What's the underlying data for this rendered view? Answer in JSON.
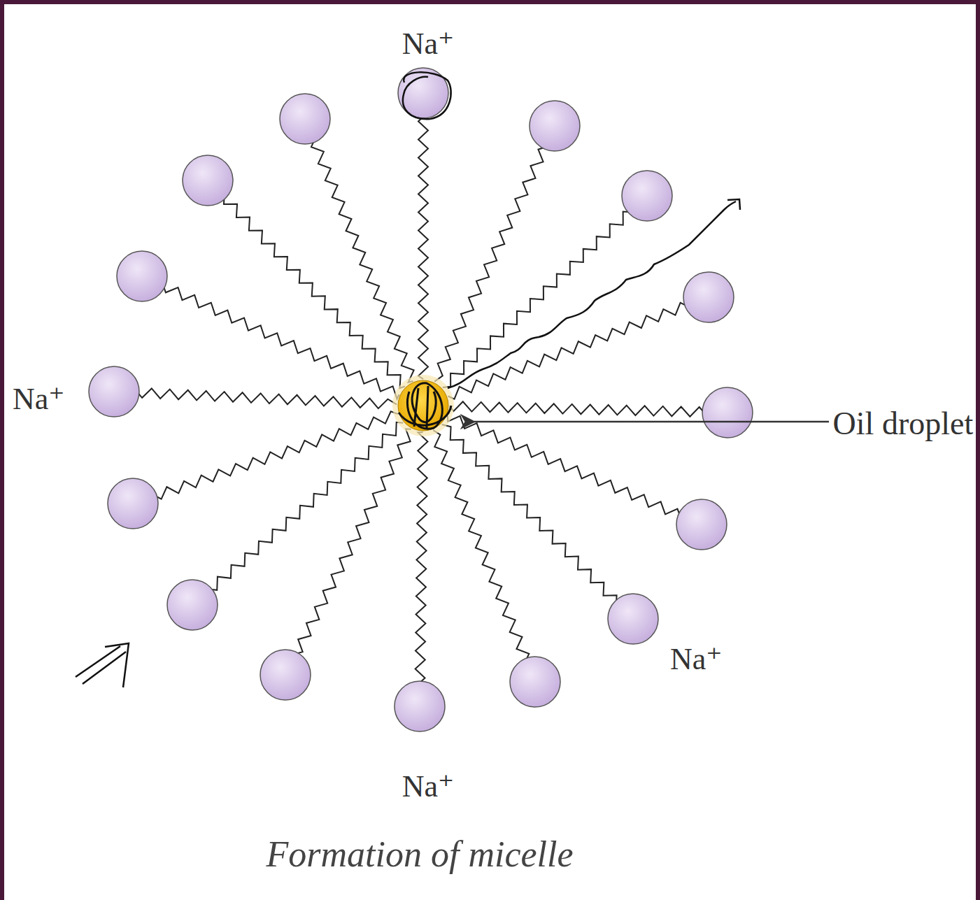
{
  "diagram": {
    "caption": "Formation of micelle",
    "labels": [
      "Na⁺",
      "Na⁺",
      "Oil droplet",
      "Na⁺",
      "Na⁺"
    ]
  }
}
